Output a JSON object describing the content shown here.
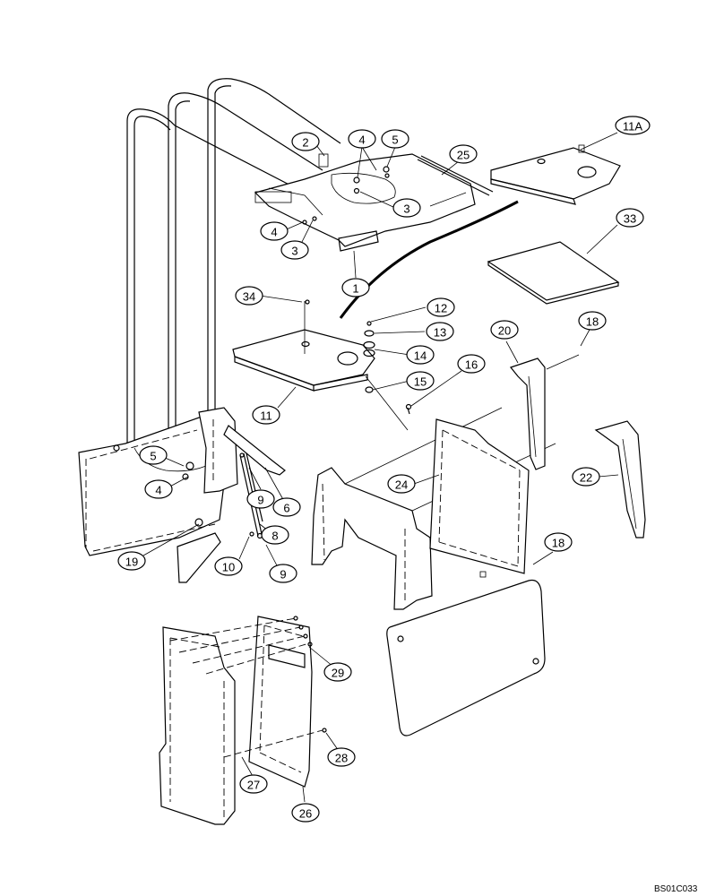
{
  "callouts": [
    {
      "label": "2"
    },
    {
      "label": "4"
    },
    {
      "label": "5"
    },
    {
      "label": "25"
    },
    {
      "label": "11A"
    },
    {
      "label": "3"
    },
    {
      "label": "4"
    },
    {
      "label": "3"
    },
    {
      "label": "1"
    },
    {
      "label": "33"
    },
    {
      "label": "34"
    },
    {
      "label": "12"
    },
    {
      "label": "13"
    },
    {
      "label": "14"
    },
    {
      "label": "15"
    },
    {
      "label": "16"
    },
    {
      "label": "11"
    },
    {
      "label": "20"
    },
    {
      "label": "18"
    },
    {
      "label": "5"
    },
    {
      "label": "4"
    },
    {
      "label": "9"
    },
    {
      "label": "6"
    },
    {
      "label": "24"
    },
    {
      "label": "22"
    },
    {
      "label": "8"
    },
    {
      "label": "19"
    },
    {
      "label": "10"
    },
    {
      "label": "9"
    },
    {
      "label": "18"
    },
    {
      "label": "29"
    },
    {
      "label": "28"
    },
    {
      "label": "27"
    },
    {
      "label": "26"
    }
  ],
  "drawing_code": "BS01C033"
}
